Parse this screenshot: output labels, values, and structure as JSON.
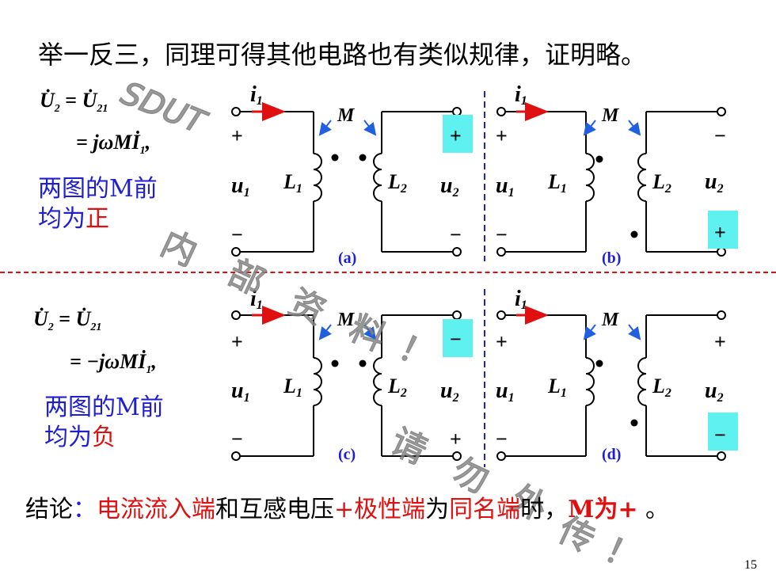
{
  "title": "举一反三，同理可得其他电路也有类似规律，证明略。",
  "watermark": {
    "brand": "SDUT",
    "chars": [
      "内",
      "部",
      "资",
      "料",
      "！",
      "请",
      "勿",
      "外",
      "传",
      "！"
    ]
  },
  "top_block": {
    "eq1_lhs": "U̇",
    "eq1_lhs_sub": "2",
    "eq1_rhs": "U̇",
    "eq1_rhs_sub": "21",
    "eq2": "= jωMİ",
    "eq2_sub": "1",
    "eq2_tail": ",",
    "note_line1": "两图的M前",
    "note_line2_prefix": "均为",
    "note_line2_sign": "正"
  },
  "bottom_block": {
    "eq1_lhs": "U̇",
    "eq1_lhs_sub": "2",
    "eq1_rhs": "U̇",
    "eq1_rhs_sub": "21",
    "eq2": "= −jωMİ",
    "eq2_sub": "1",
    "eq2_tail": ",",
    "note_line1": "两图的M前",
    "note_line2_prefix": "均为",
    "note_line2_sign": "负"
  },
  "circuits": {
    "current_label": "i",
    "current_sub": "1",
    "mutual_label": "M",
    "u1": "u",
    "u1_sub": "1",
    "u2": "u",
    "u2_sub": "2",
    "L1": "L",
    "L1_sub": "1",
    "L2": "L",
    "L2_sub": "2",
    "plus": "+",
    "minus": "−",
    "labels": [
      "(a)",
      "(b)",
      "(c)",
      "(d)"
    ]
  },
  "conclusion": {
    "prefix": "结论",
    "colon": "：",
    "part1": "电流流入端",
    "part2": "和互感电压",
    "part3": "+极性端",
    "part4": "为",
    "part5": "同名端",
    "part6": "时，",
    "part7": "M为+",
    "part8": " 。"
  },
  "page_number": "15",
  "colors": {
    "blue": "#1f1fd0",
    "red": "#e01010",
    "highlight": "#5ff0f0",
    "arrow_blue": "#2060e0"
  }
}
